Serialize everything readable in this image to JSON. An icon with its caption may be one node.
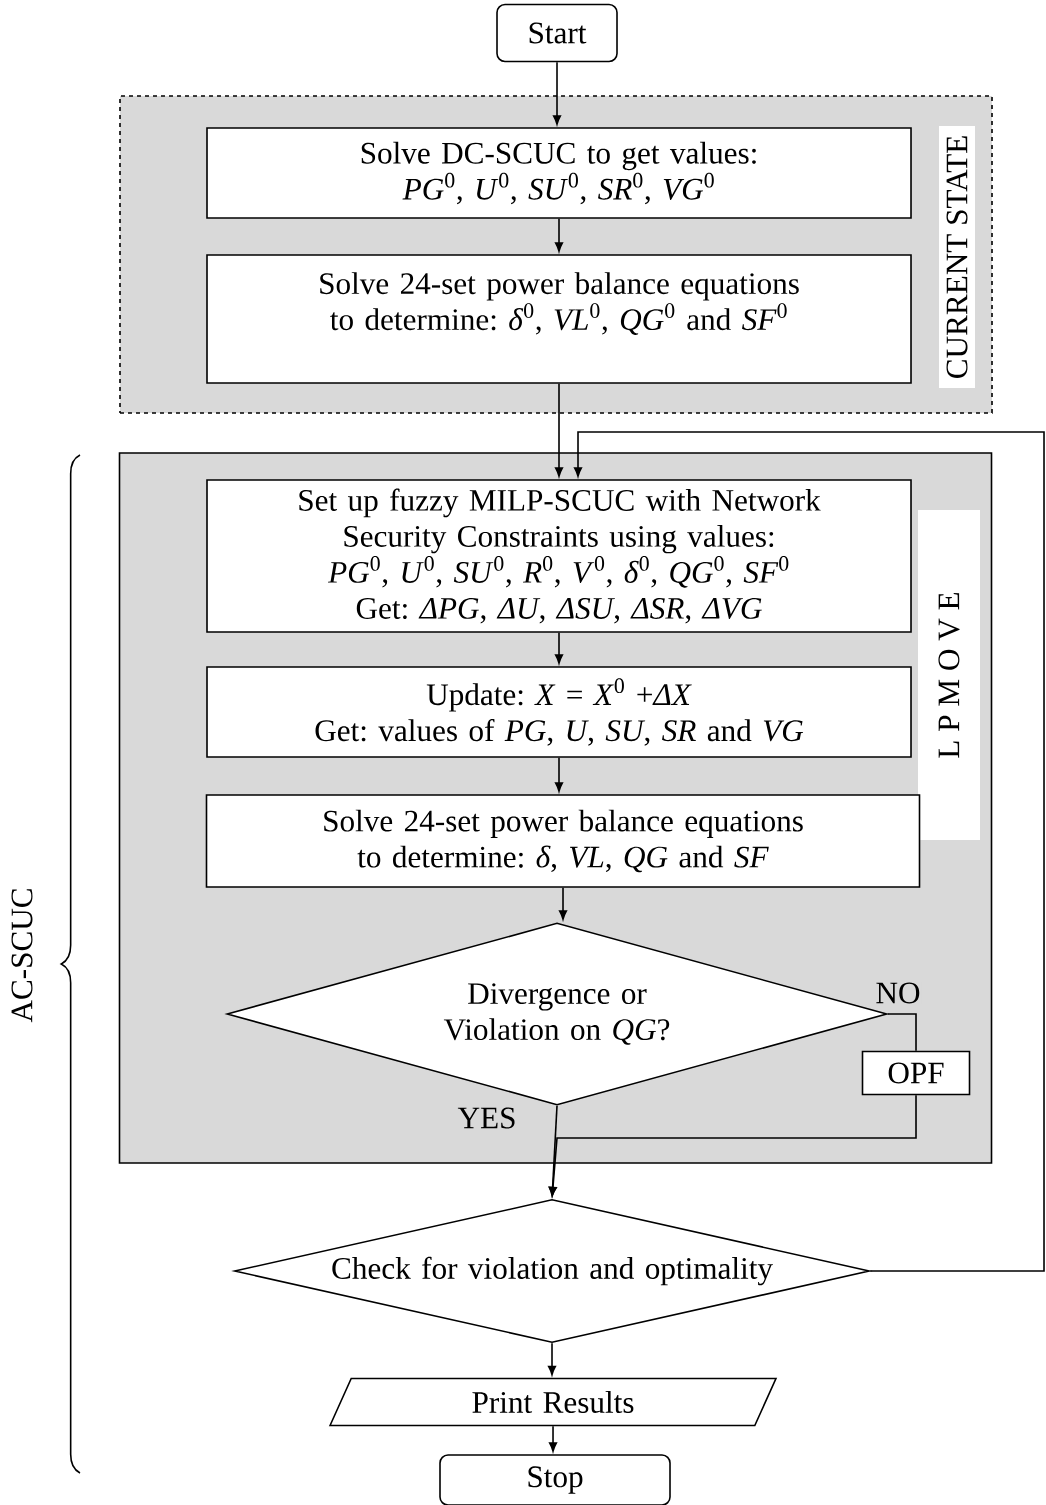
{
  "diagram": {
    "nodes": [
      {
        "text": [
          "Start"
        ]
      },
      {
        "text": [
          "CURRENT STATE"
        ]
      },
      {
        "text": [
          "Solve DC-SCUC to get values:",
          "*PG*$^{0}$, *U*$^{0}$, *SU*$^{0}$, *SR*$^{0}$, *VG*$^{0}$"
        ],
        "in": 1
      },
      {
        "text": [
          "Solve 24-set power balance equations to determine: *δ*$^{0}$, *VL*$^{0}$, *QG*$^{0}$ and *SF*$^{0}$"
        ],
        "in": 1
      },
      {
        "text": [
          "L P M O V E"
        ]
      },
      {
        "text": [
          "Set up fuzzy MILP-SCUC with Network Security Constraints using values: *PG*$^{0}$, *U*$^{0}$, *SU*$^{0}$, *R*$^{0}$, *V*$^{0}$, *δ*$^{0}$, *QG*$^{0}$, *SF*$^{0}$",
          "Get: *ΔPG*, *ΔU*, *ΔSU*, *ΔSR*, *ΔVG*"
        ],
        "in": 4
      },
      {
        "text": [
          "Update: *X* = *X*$^{0}$ +*ΔX*",
          "Get: values of *PG*, *U*, *SU*, *SR* and *VG*"
        ],
        "in": 4
      },
      {
        "text": [
          "Solve 24-set power balance equations to determine: *δ*, *VL*, *QG* and *SF*"
        ],
        "in": 4
      },
      {
        "text": [
          "Divergence or Violation on *QG*?"
        ],
        "in": 4
      },
      {
        "text": [
          "OPF"
        ],
        "in": 4
      },
      {
        "text": [
          "Check for violation and optimality"
        ]
      },
      {
        "text": [
          "Print Results"
        ]
      },
      {
        "text": [
          "Stop"
        ]
      }
    ],
    "edges": [
      {
        "from": 0,
        "to": 2,
        "arrow": "to"
      },
      {
        "from": 2,
        "to": 3,
        "arrow": "to"
      },
      {
        "from": 3,
        "to": 5,
        "arrow": "to"
      },
      {
        "from": 5,
        "to": 6,
        "arrow": "to"
      },
      {
        "from": 6,
        "to": 7,
        "arrow": "to"
      },
      {
        "from": 7,
        "to": 8,
        "arrow": "to"
      },
      {
        "from": 8,
        "to": 9,
        "arrow": "none",
        "label": "NO"
      },
      {
        "from": 8,
        "to": 10,
        "arrow": "to",
        "label": "YES"
      },
      {
        "from": 9,
        "to": 10,
        "arrow": "to"
      },
      {
        "from": 10,
        "to": 5,
        "arrow": "to"
      },
      {
        "from": 10,
        "to": 11,
        "arrow": "to"
      },
      {
        "from": 11,
        "to": 12,
        "arrow": "to"
      }
    ],
    "labels": [
      "AC-SCUC"
    ]
  }
}
